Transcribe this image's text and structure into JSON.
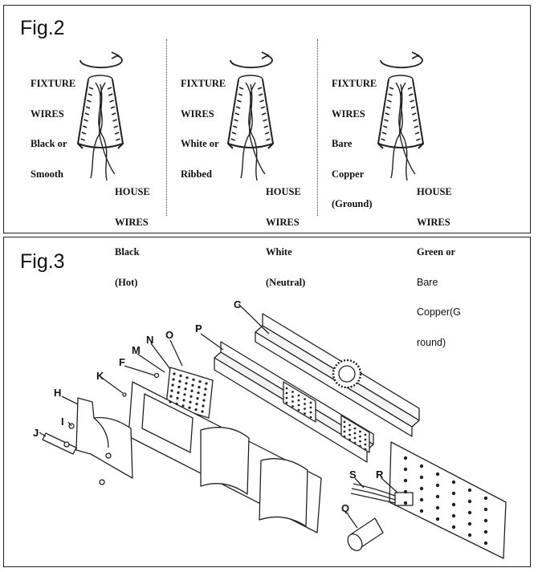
{
  "fig2": {
    "title": "Fig.2",
    "columns": [
      {
        "fixture_lines": [
          "FIXTURE",
          "WIRES",
          "Black or",
          "Smooth"
        ],
        "house_lines": [
          "HOUSE",
          "WIRES",
          "Black",
          "(Hot)"
        ]
      },
      {
        "fixture_lines": [
          "FIXTURE",
          "WIRES",
          "White or",
          "Ribbed"
        ],
        "house_lines": [
          "HOUSE",
          "WIRES",
          "White",
          "(Neutral)"
        ]
      },
      {
        "fixture_lines": [
          "FIXTURE",
          "WIRES",
          "Bare",
          "Copper",
          "(Ground)"
        ],
        "house_lines": [
          "HOUSE",
          "WIRES"
        ],
        "house_sans_lines": [
          "Green or",
          "Bare",
          "Copper(G",
          "round)"
        ]
      }
    ]
  },
  "fig3": {
    "title": "Fig.3",
    "parts": [
      "C",
      "P",
      "O",
      "N",
      "M",
      "F",
      "K",
      "H",
      "I",
      "J",
      "S",
      "R",
      "Q"
    ]
  }
}
